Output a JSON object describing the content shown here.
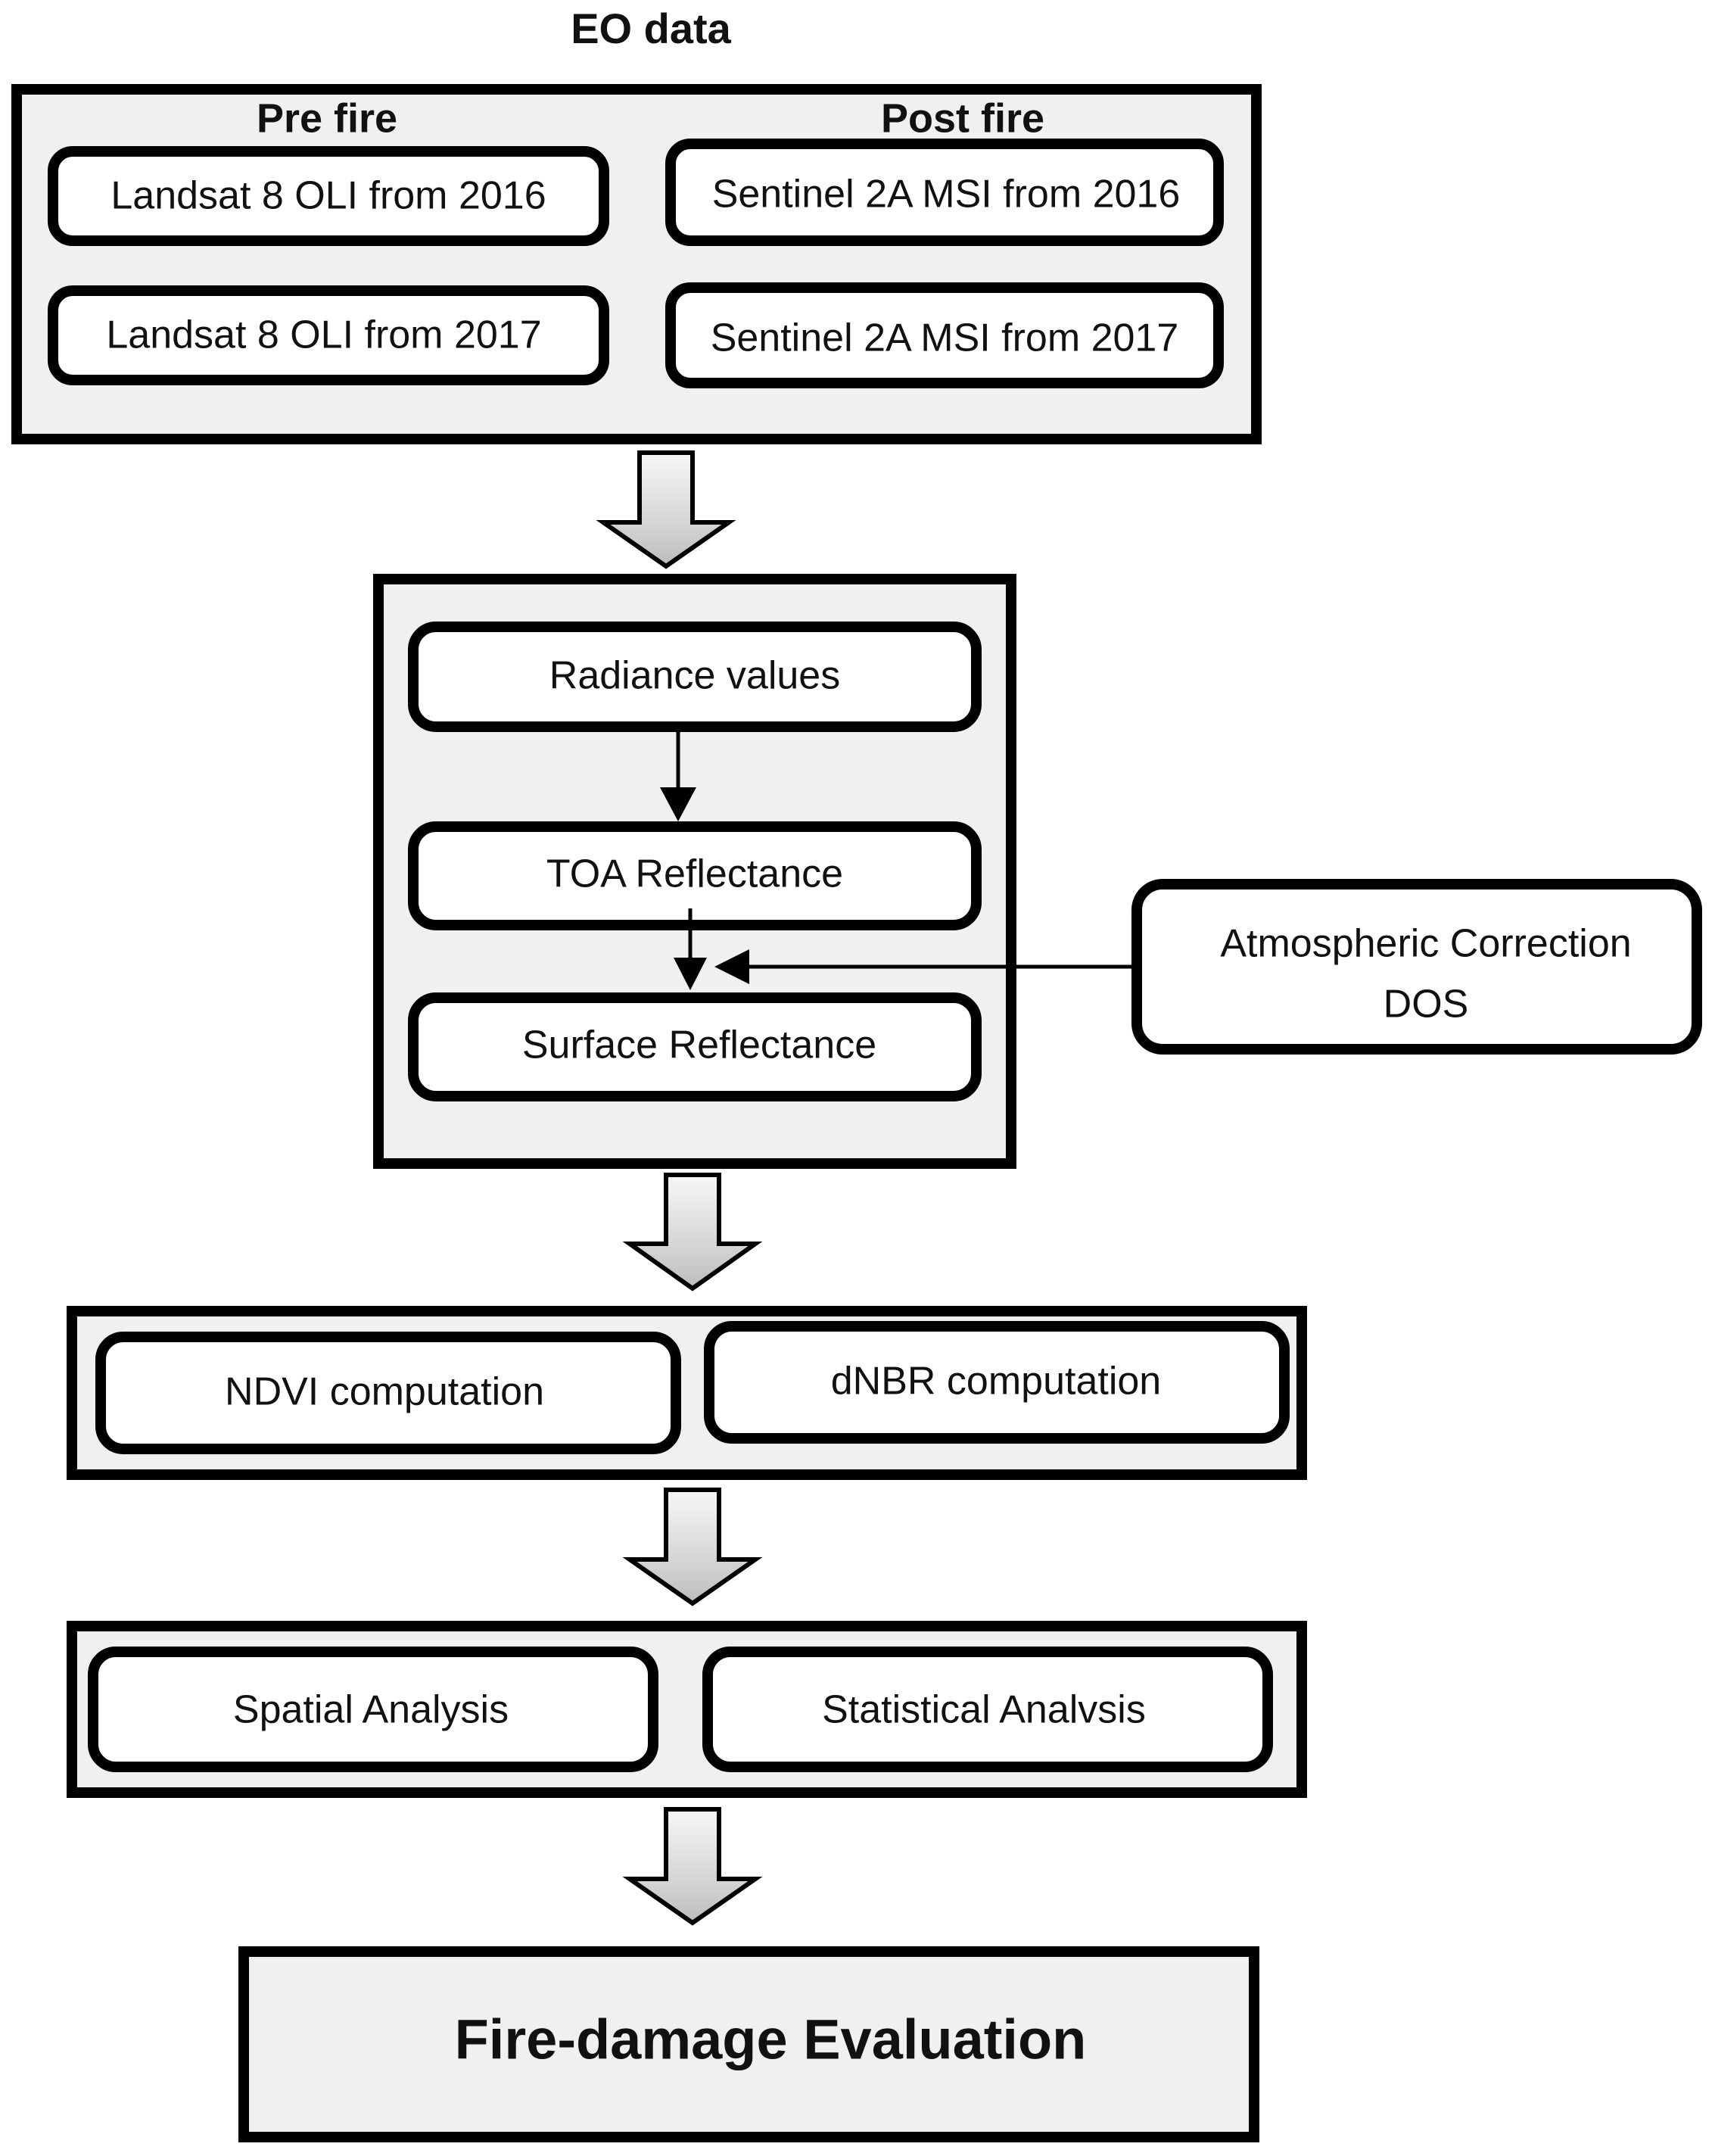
{
  "diagram": {
    "title": "EO data",
    "accent_colors": {
      "panel_background": "#f0f0f0",
      "node_background": "#ffffff",
      "stroke": "#000000",
      "block_arrow_light": "#f2f2f2",
      "block_arrow_dark": "#bcbcbc"
    },
    "eo_data": {
      "heading": "EO data",
      "columns": [
        {
          "header": "Pre fire",
          "items": [
            {
              "label": "Landsat 8 OLI from 2016"
            },
            {
              "label": "Landsat 8 OLI from 2017"
            }
          ]
        },
        {
          "header": "Post fire",
          "items": [
            {
              "label": "Sentinel 2A MSI from 2016"
            },
            {
              "label": "Sentinel 2A MSI from 2017"
            }
          ]
        }
      ]
    },
    "preprocessing": {
      "steps": [
        {
          "label": "Radiance values"
        },
        {
          "label": "TOA Reflectance"
        },
        {
          "label": "Surface Reflectance"
        }
      ]
    },
    "side_node": {
      "line1": "Atmospheric Correction",
      "line2": "DOS"
    },
    "computation": {
      "items": [
        {
          "label": "NDVI computation"
        },
        {
          "label": "dNBR computation"
        }
      ]
    },
    "analysis": {
      "items": [
        {
          "label": "Spatial Analysis"
        },
        {
          "label": "Statistical Analvsis"
        }
      ]
    },
    "result": {
      "label": "Fire-damage Evaluation"
    },
    "block_arrows": [
      {
        "name": "eo-to-preprocessing"
      },
      {
        "name": "preprocessing-to-computation"
      },
      {
        "name": "computation-to-analysis"
      },
      {
        "name": "analysis-to-result"
      }
    ]
  }
}
